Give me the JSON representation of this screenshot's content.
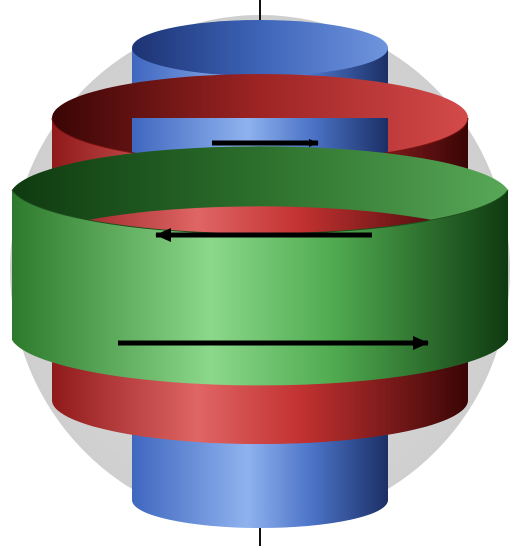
{
  "figure": {
    "description_visible_text": "",
    "colors": {
      "sphere": "#d3d3d3",
      "inner_cylinder": "#4f79cf",
      "middle_band": "#cf3a3a",
      "outer_band": "#5fbf5f",
      "axis": "#111111",
      "arrow": "#000000"
    },
    "layers": [
      {
        "name": "inner-cylinder",
        "color_key": "inner_cylinder",
        "arrow_direction": "right"
      },
      {
        "name": "middle-band",
        "color_key": "middle_band",
        "arrow_direction": "left"
      },
      {
        "name": "outer-band",
        "color_key": "outer_band",
        "arrow_direction": "right"
      }
    ],
    "icons": [
      "arrow-right-icon",
      "arrow-left-icon"
    ]
  }
}
